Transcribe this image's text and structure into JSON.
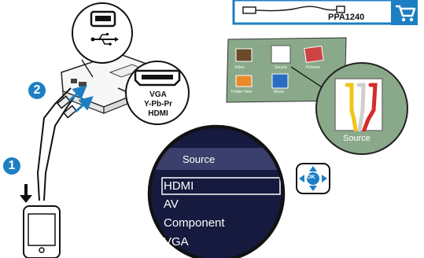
{
  "accessory": {
    "code": "PPA1240"
  },
  "steps": {
    "step1": "1",
    "step2": "2"
  },
  "connector_bubble": {
    "labels": [
      "VGA",
      "Y-Pb-Pr",
      "HDMI"
    ]
  },
  "projector_screen": {
    "home_icons": [
      "Video",
      "Source",
      "Pictures",
      "Folder View",
      "Music"
    ],
    "source_zoom_label": "Source"
  },
  "source_menu": {
    "title": "Source",
    "items": [
      "HDMI",
      "AV",
      "Component",
      "VGA"
    ],
    "selected": "HDMI"
  },
  "ok_button": {
    "label": "OK"
  },
  "colors": {
    "accent_blue": "#1d7fc3",
    "menu_dark": "#161a3e",
    "menu_title": "#3a3f6b",
    "screen_green": "#8aa98a",
    "cable_yellow": "#f0c419",
    "cable_white": "#f4f4f4",
    "cable_red": "#d62b2b"
  },
  "icons": [
    "usb-icon",
    "hdmi-port-icon",
    "cart-icon",
    "ok-nav-icon",
    "smartphone-icon",
    "down-arrow-icon"
  ]
}
